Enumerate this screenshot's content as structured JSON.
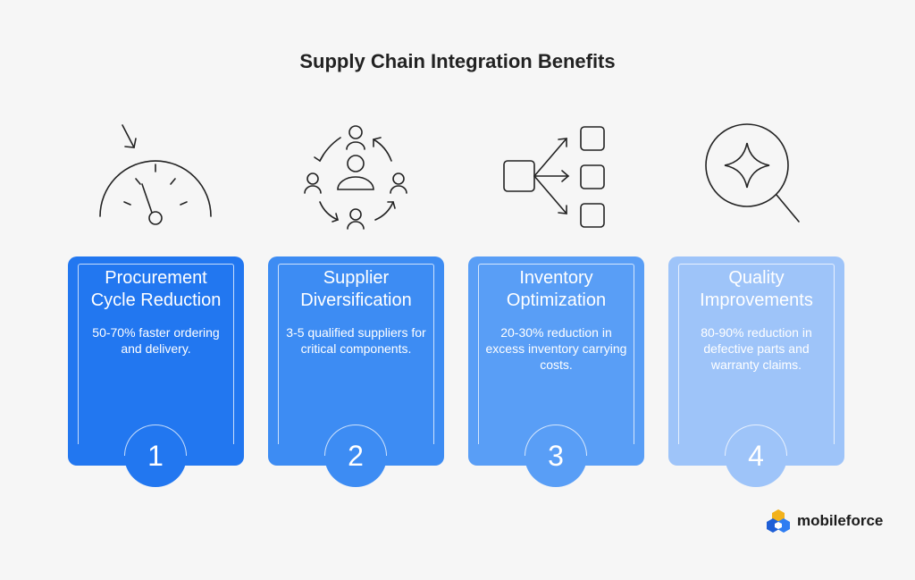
{
  "title": "Supply Chain Integration Benefits",
  "cards": [
    {
      "heading": "Procurement Cycle Reduction",
      "text": "50-70% faster ordering and delivery.",
      "number": "1",
      "icon": "speedometer-icon"
    },
    {
      "heading": "Supplier Diversification",
      "text": "3-5 qualified suppliers for critical components.",
      "number": "2",
      "icon": "supplier-network-icon"
    },
    {
      "heading": "Inventory Optimization",
      "text": "20-30% reduction in excess inventory carrying costs.",
      "number": "3",
      "icon": "distribution-flow-icon"
    },
    {
      "heading": "Quality Improvements",
      "text": "80-90% reduction in defective parts and warranty claims.",
      "number": "4",
      "icon": "magnifier-sparkle-icon"
    }
  ],
  "brand": {
    "name": "mobileforce"
  },
  "colors": {
    "card1": "#2277f0",
    "card2": "#3d8cf3",
    "card3": "#599ef6",
    "card4": "#9ec4f9"
  }
}
